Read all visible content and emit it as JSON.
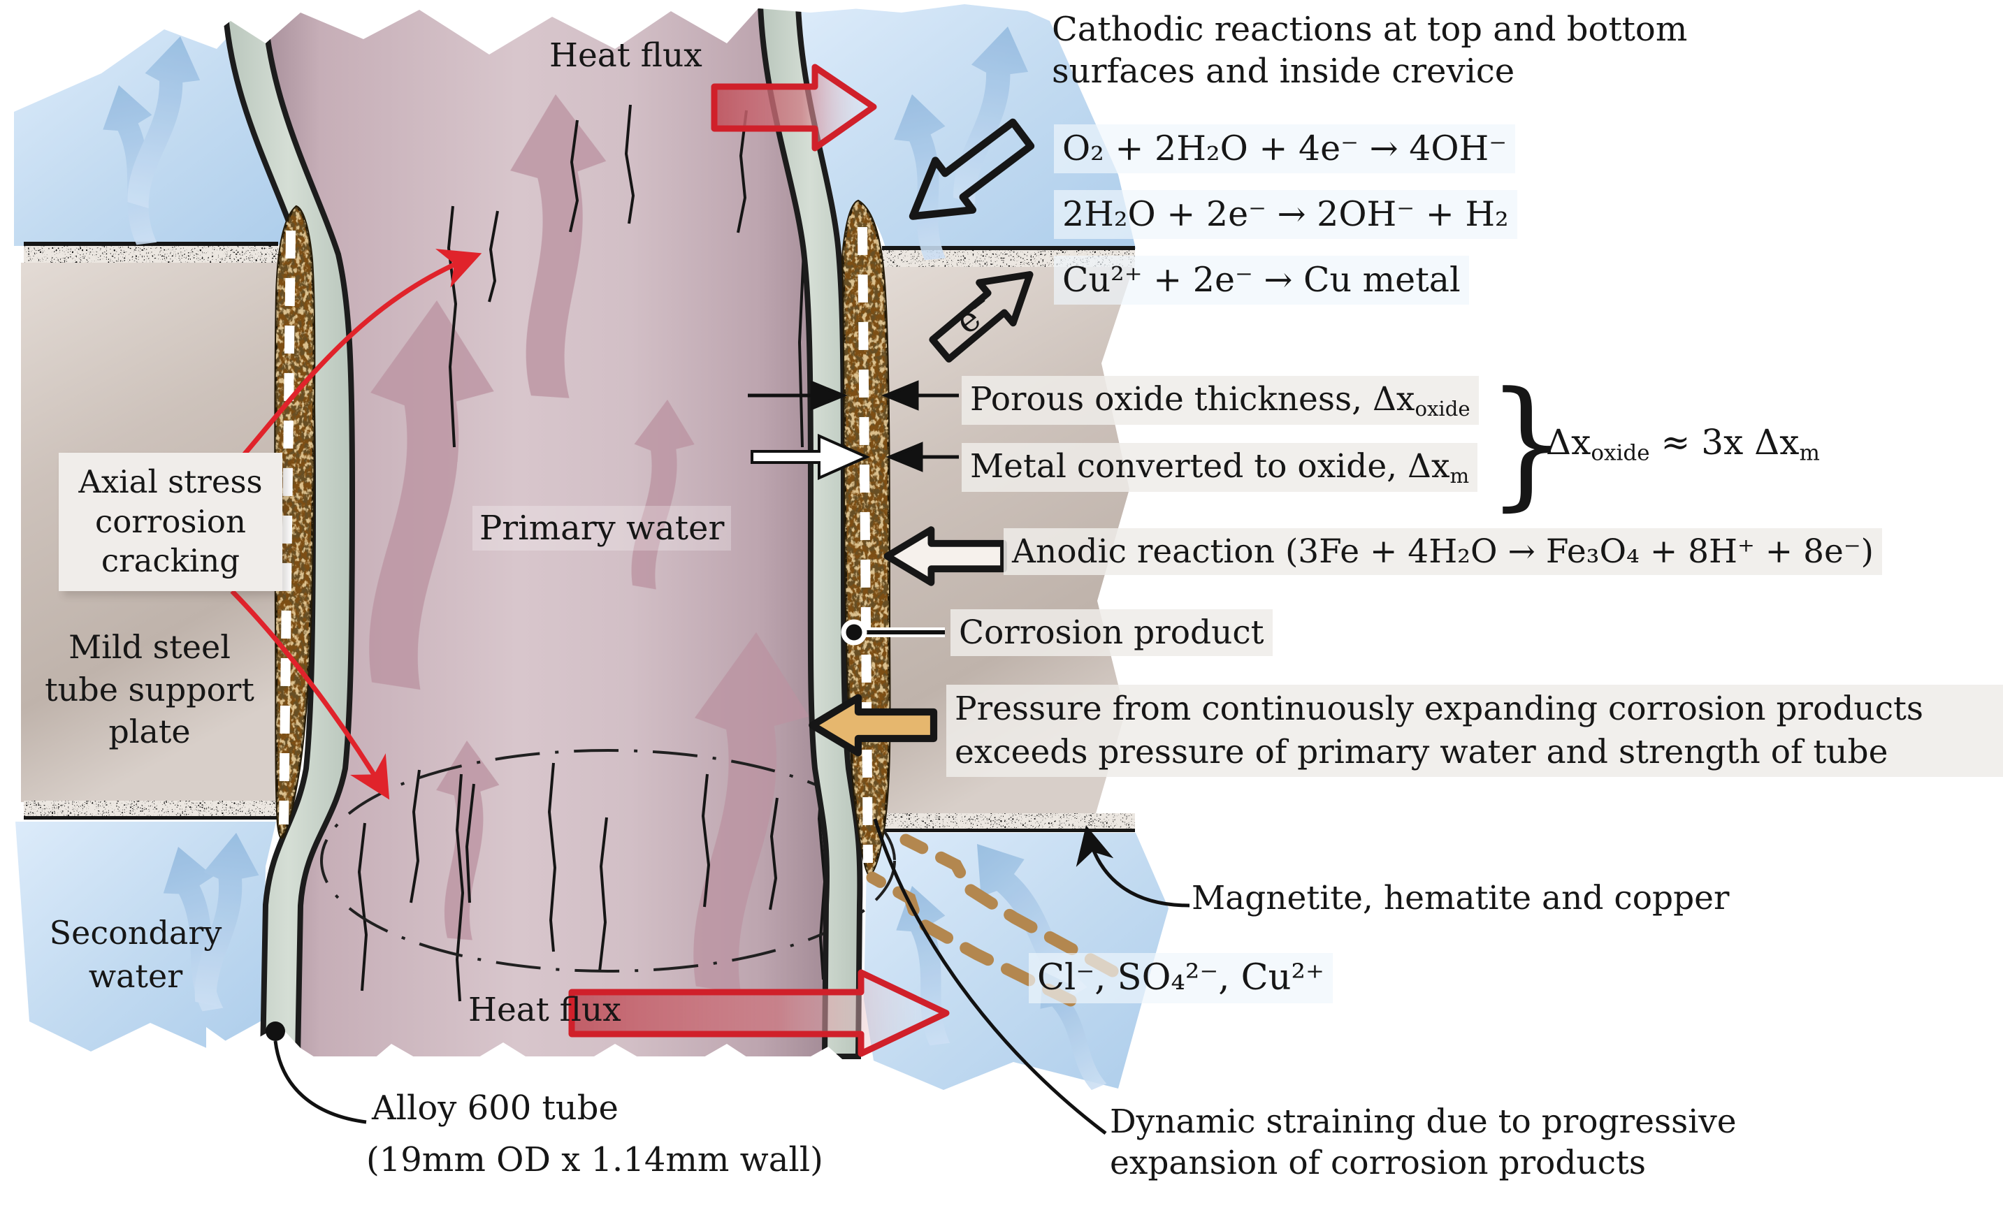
{
  "colors": {
    "accent_red": "#d0202a",
    "deposit_brown": "#7d4e14",
    "water_blue": "#c3daf0",
    "tube_pink": "#d7c5cb",
    "wall_sage": "#c8d2c8",
    "pressure_tan": "#e6b76e",
    "ion_path_tan": "#b3874f"
  },
  "heat": {
    "top": "Heat flux",
    "bottom": "Heat flux"
  },
  "tube": {
    "primary_water": "Primary water",
    "alloy_line1": "Alloy 600 tube",
    "alloy_line2": "(19mm OD x 1.14mm wall)"
  },
  "left": {
    "axial": "Axial stress corrosion cracking",
    "support_plate": "Mild steel tube support plate",
    "secondary_water": "Secondary water"
  },
  "cathodic": {
    "heading": "Cathodic reactions at top and bottom surfaces and inside crevice",
    "eq_o2": "O₂ + 2H₂O + 4e⁻ → 4OH⁻",
    "eq_h2o": "2H₂O + 2e⁻ → 2OH⁻ + H₂",
    "eq_cu": "Cu²⁺ + 2e⁻ → Cu metal"
  },
  "oxide": {
    "porous_pre": "Porous oxide thickness, Δx",
    "porous_sub": "oxide",
    "metal_pre": "Metal converted to oxide, Δx",
    "metal_sub": "m",
    "brace": "}",
    "approx_p1": "Δx",
    "approx_s1": "oxide",
    "approx_p2": " ≈ 3x Δx",
    "approx_s2": "m"
  },
  "reactions": {
    "anodic": "Anodic reaction (3Fe + 4H₂O → Fe₃O₄ + 8H⁺ + 8e⁻)",
    "electron": "e⁻"
  },
  "crevice": {
    "corrosion_product": "Corrosion product",
    "pressure": "Pressure from continuously expanding corrosion products exceeds pressure of primary water and strength of tube",
    "magnetite": "Magnetite, hematite and copper",
    "ions": "Cl⁻, SO₄²⁻, Cu²⁺",
    "dynamic": "Dynamic straining due to progressive expansion of corrosion products"
  }
}
